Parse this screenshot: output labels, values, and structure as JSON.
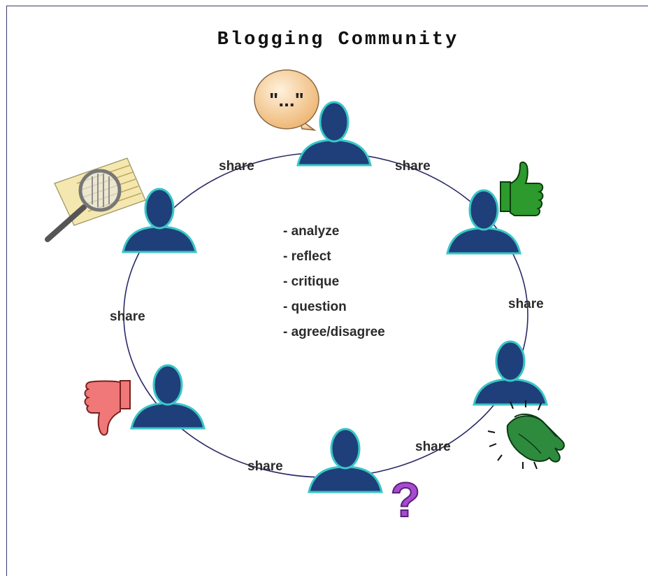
{
  "title": "Blogging Community",
  "connector_label": "share",
  "center_list": [
    "- analyze",
    "- reflect",
    "- critique",
    "- question",
    "- agree/disagree"
  ],
  "speech_bubble_text": "\"...\"",
  "question_mark": "?",
  "colors": {
    "person": "#1e3f7a",
    "person_glow": "#39c6c6",
    "circle": "#2a2a66",
    "thumb_up": "#2c9a2c",
    "thumb_down": "#f07878",
    "clap": "#2e8b3e",
    "question": "#a64bcf",
    "bubble": "#f5c88c"
  },
  "nodes": [
    {
      "name": "person-top",
      "icon": "speech-bubble-icon"
    },
    {
      "name": "person-upper-right",
      "icon": "thumbs-up-icon"
    },
    {
      "name": "person-lower-right",
      "icon": "clapping-hands-icon"
    },
    {
      "name": "person-bottom",
      "icon": "question-mark-icon"
    },
    {
      "name": "person-lower-left",
      "icon": "thumbs-down-icon"
    },
    {
      "name": "person-upper-left",
      "icon": "magnifying-glass-icon"
    }
  ]
}
